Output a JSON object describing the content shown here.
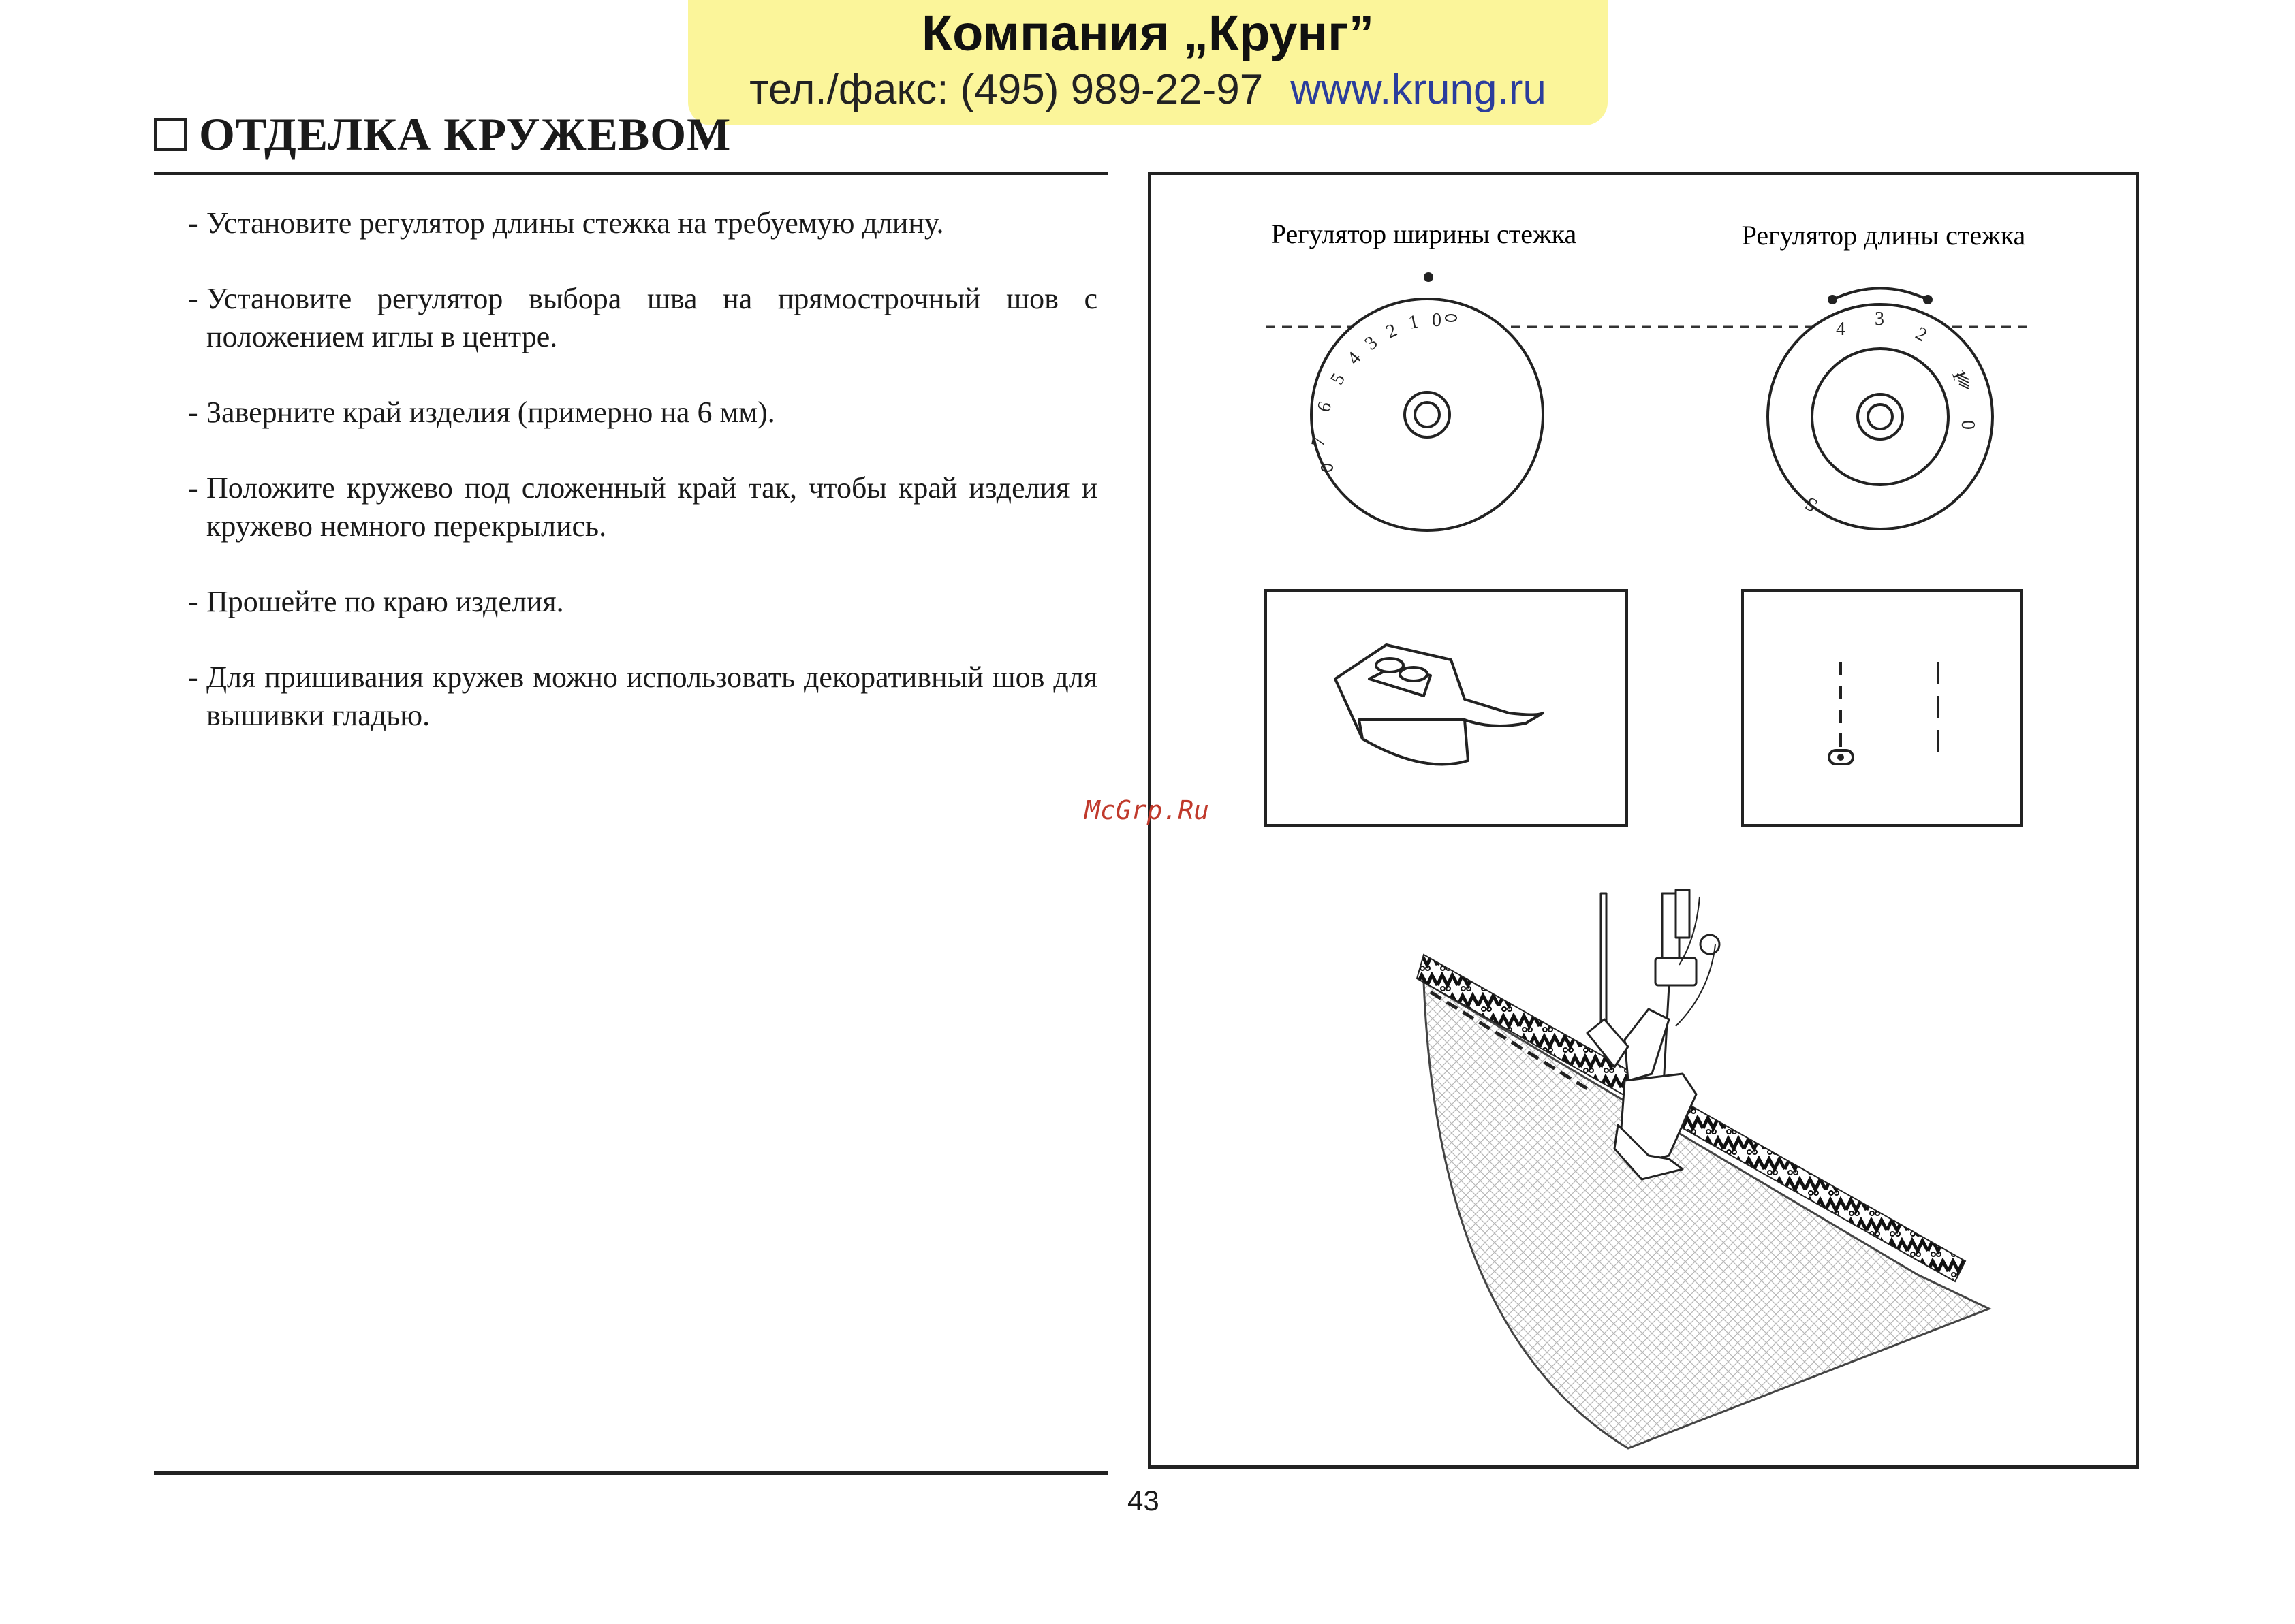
{
  "banner": {
    "company": "Компания „Крунг”",
    "phone": "тел./факс: (495) 989-22-97",
    "website": "www.krung.ru",
    "background_color": "#fbf59a",
    "website_color": "#2b3d9c"
  },
  "section": {
    "title": "ОТДЕЛКА КРУЖЕВОМ"
  },
  "steps": [
    {
      "dash": "-",
      "text": "Установите регулятор длины стежка на требуемую длину."
    },
    {
      "dash": "-",
      "text": "Установите регулятор выбора шва на прямострочный шов с положением иглы в центре."
    },
    {
      "dash": "-",
      "text": "Заверните край изделия (примерно на 6 мм)."
    },
    {
      "dash": "-",
      "text": "Положите кружево под сложенный край так, чтобы край изделия и кружево немного перекрылись."
    },
    {
      "dash": "-",
      "text": "Прошейте по краю изделия."
    },
    {
      "dash": "-",
      "text": "Для пришивания кружев можно использовать декоративный шов для вышивки гладью."
    }
  ],
  "figure": {
    "width_dial_label": "Регулятор ширины стежка",
    "length_dial_label": "Регулятор длины стежка",
    "width_dial_marks": [
      "7",
      "6",
      "5",
      "4",
      "3",
      "2",
      "1",
      "0"
    ],
    "length_dial_marks": [
      "4",
      "3",
      "2",
      "1",
      "0",
      "S"
    ],
    "presser_foot_icon": "zigzag-presser-foot",
    "stitch_icon": "straight-stitch-center-needle",
    "illustration": "lace-sewing-under-needle"
  },
  "watermark": "McGrp.Ru",
  "page_number": "43"
}
